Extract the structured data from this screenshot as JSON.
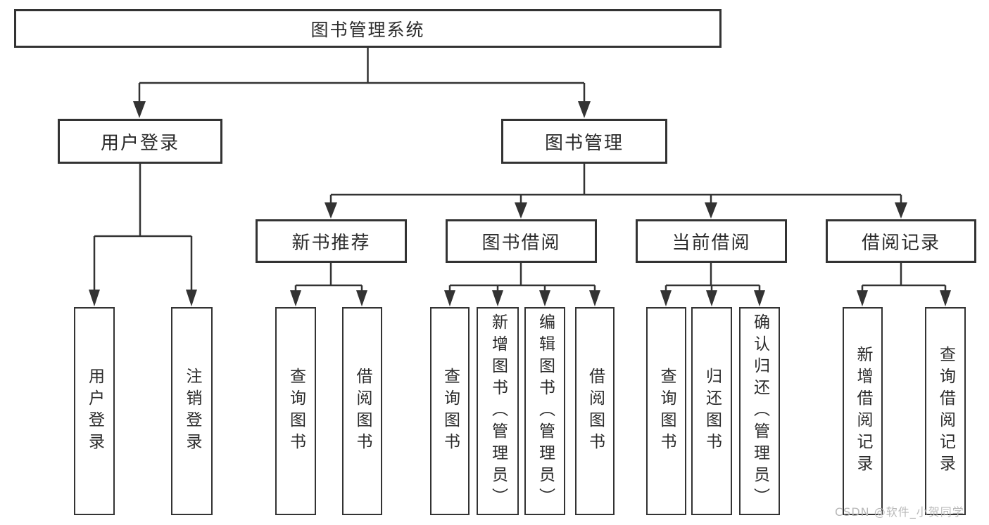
{
  "diagram": {
    "root": {
      "label": "图书管理系统"
    },
    "branches": [
      {
        "label": "用户登录",
        "children": [
          {
            "label": "用户登录"
          },
          {
            "label": "注销登录"
          }
        ]
      },
      {
        "label": "图书管理",
        "children": [
          {
            "label": "新书推荐",
            "children": [
              {
                "label": "查询图书"
              },
              {
                "label": "借阅图书"
              }
            ]
          },
          {
            "label": "图书借阅",
            "children": [
              {
                "label": "查询图书"
              },
              {
                "label": "新增图书（管理员）"
              },
              {
                "label": "编辑图书（管理员）"
              },
              {
                "label": "借阅图书"
              }
            ]
          },
          {
            "label": "当前借阅",
            "children": [
              {
                "label": "查询图书"
              },
              {
                "label": "归还图书"
              },
              {
                "label": "确认归还（管理员）"
              }
            ]
          },
          {
            "label": "借阅记录",
            "children": [
              {
                "label": "新增借阅记录"
              },
              {
                "label": "查询借阅记录"
              }
            ]
          }
        ]
      }
    ]
  },
  "watermark": {
    "text": "CSDN @软件_小贺同学"
  },
  "colors": {
    "line": "#333333",
    "box_border": "#333333",
    "text": "#2b2b2b",
    "background": "#ffffff",
    "watermark": "#b9b9b9"
  }
}
